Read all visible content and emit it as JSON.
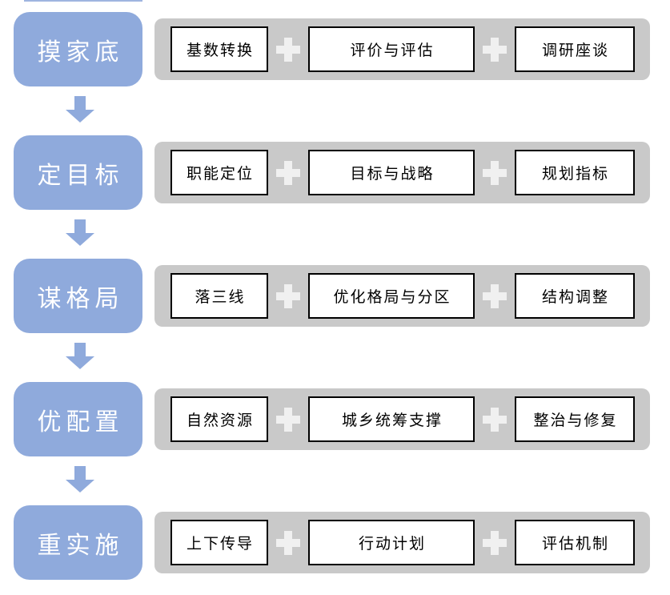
{
  "colors": {
    "stage_fill": "#8FAADC",
    "stage_text": "#FFFFFF",
    "bar_fill": "#C9C9C9",
    "step_fill": "#FFFFFF",
    "step_border": "#000000",
    "step_text": "#000000",
    "plus": "#F0F0F0",
    "arrow": "#8FAADC",
    "artifact": "#9FB5E0"
  },
  "plus_symbol": "+",
  "rows": [
    {
      "stage": "摸家底",
      "items": [
        "基数转换",
        "评价与评估",
        "调研座谈"
      ]
    },
    {
      "stage": "定目标",
      "items": [
        "职能定位",
        "目标与战略",
        "规划指标"
      ]
    },
    {
      "stage": "谋格局",
      "items": [
        "落三线",
        "优化格局与分区",
        "结构调整"
      ]
    },
    {
      "stage": "优配置",
      "items": [
        "自然资源",
        "城乡统筹支撑",
        "整治与修复"
      ]
    },
    {
      "stage": "重实施",
      "items": [
        "上下传导",
        "行动计划",
        "评估机制"
      ]
    }
  ]
}
